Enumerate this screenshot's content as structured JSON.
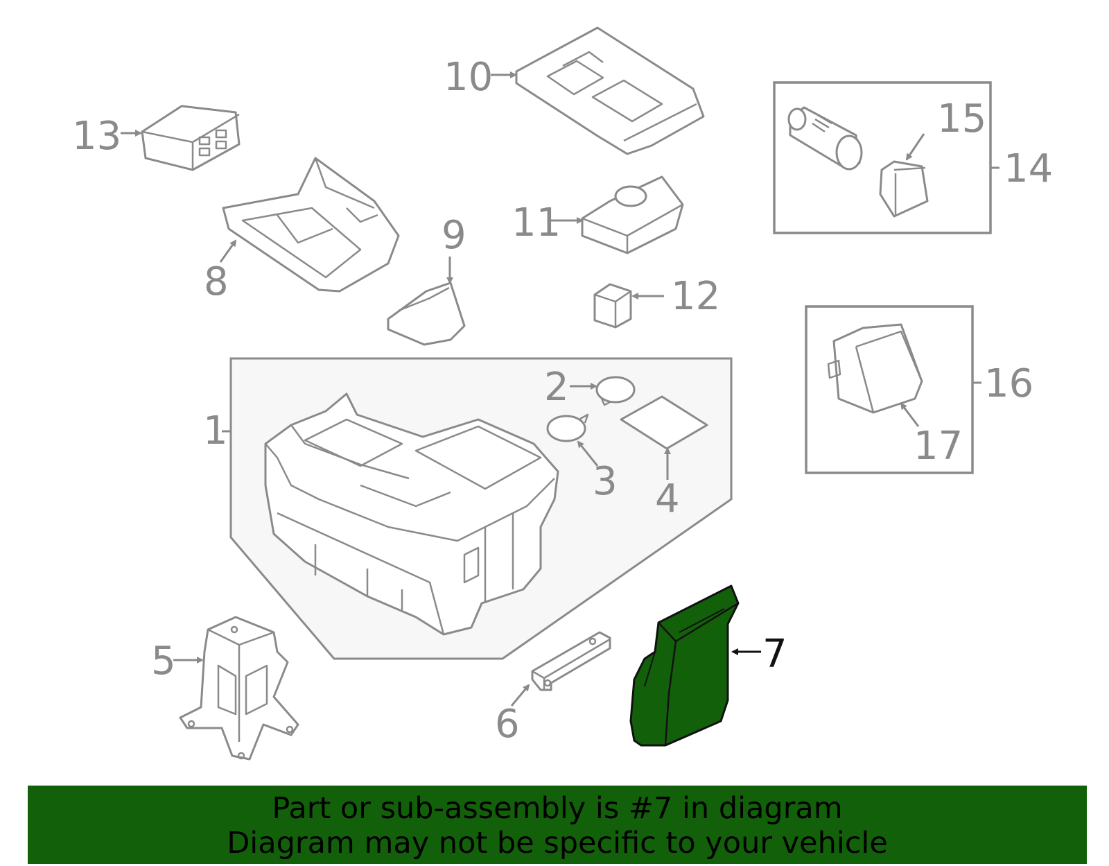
{
  "diagram": {
    "highlight_color": "#13600b",
    "callouts": {
      "c1": "1",
      "c2": "2",
      "c3": "3",
      "c4": "4",
      "c5": "5",
      "c6": "6",
      "c7": "7",
      "c8": "8",
      "c9": "9",
      "c10": "10",
      "c11": "11",
      "c12": "12",
      "c13": "13",
      "c14": "14",
      "c15": "15",
      "c16": "16",
      "c17": "17"
    }
  },
  "banner": {
    "line1": "Part or sub-assembly is #7 in diagram",
    "line2": "Diagram may not be specific to your vehicle",
    "background": "#13600b"
  }
}
